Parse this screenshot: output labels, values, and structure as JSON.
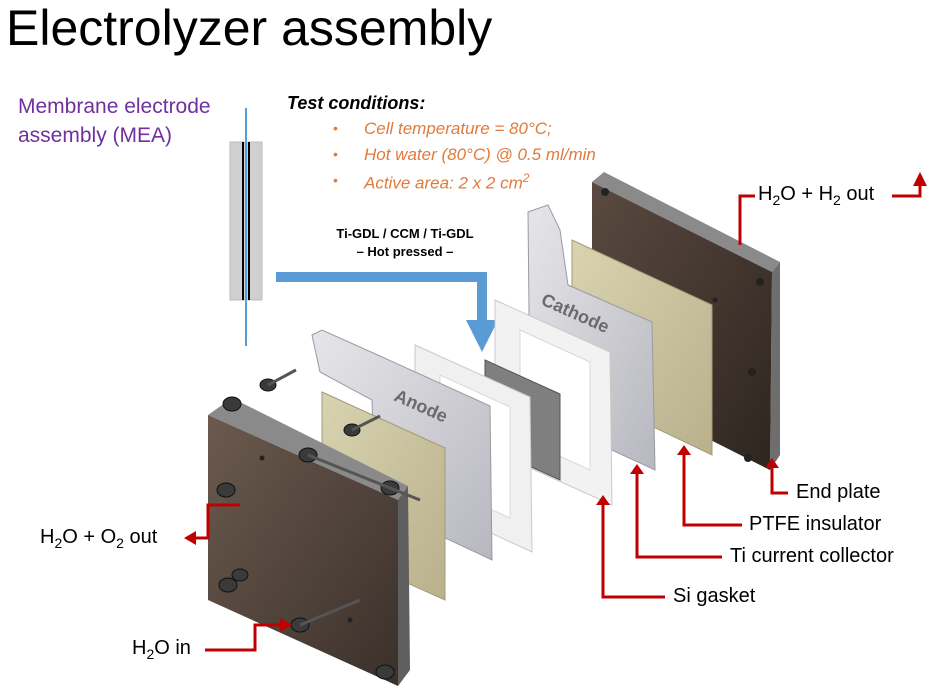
{
  "title": "Electrolyzer assembly",
  "mea_label": "Membrane electrode assembly (MEA)",
  "test_conditions": {
    "heading": "Test conditions:",
    "bullet": "•",
    "items": [
      "Cell temperature = 80°C;",
      "Hot water (80°C) @ 0.5 ml/min",
      "Active area: 2 x 2 cm"
    ],
    "active_area_sup": "2"
  },
  "hot_pressed": {
    "line1": "Ti-GDL / CCM / Ti-GDL",
    "line2": "– Hot pressed –"
  },
  "plate_labels": {
    "anode": "Anode",
    "cathode": "Cathode"
  },
  "labels": {
    "h2_out": {
      "pre": "H",
      "sub1": "2",
      "mid": "O + H",
      "sub2": "2",
      "post": " out"
    },
    "o2_out": {
      "pre": "H",
      "sub1": "2",
      "mid": "O + O",
      "sub2": "2",
      "post": " out"
    },
    "h2o_in": {
      "pre": "H",
      "sub1": "2",
      "post": "O in"
    },
    "end_plate": "End plate",
    "ptfe": "PTFE insulator",
    "ti_cc": "Ti current collector",
    "si_gasket": "Si gasket"
  },
  "colors": {
    "arrow_blue": "#5b9bd5",
    "callout_red": "#c00000",
    "mea_purple": "#7030a0",
    "conditions_orange": "#e07b3c"
  }
}
